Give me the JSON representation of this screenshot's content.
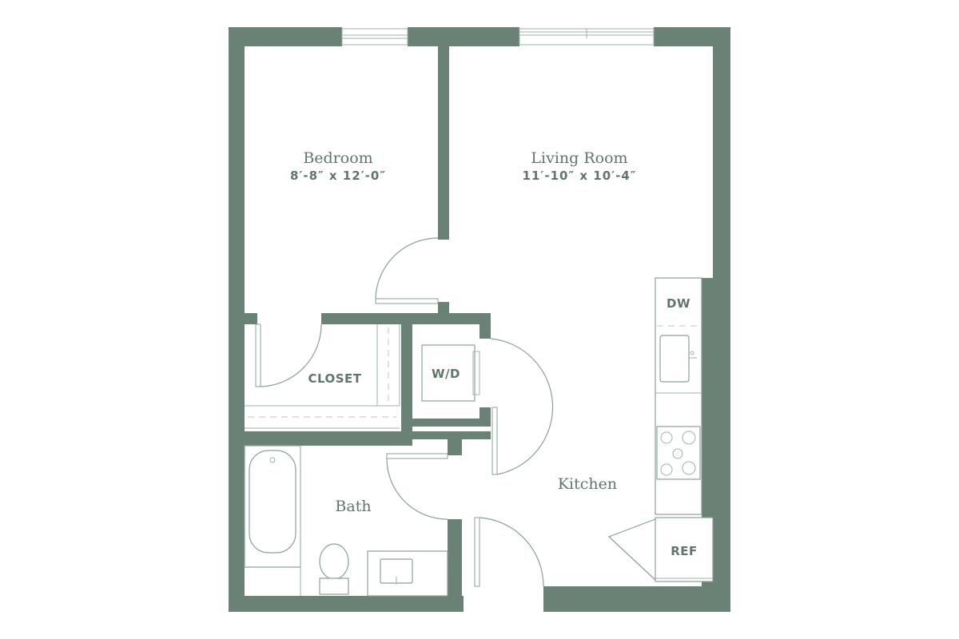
{
  "rooms": {
    "bedroom": {
      "name": "Bedroom",
      "dims": "8′-8″ x 12′-0″"
    },
    "living_room": {
      "name": "Living Room",
      "dims": "11′-10″ x 10′-4″"
    },
    "closet": {
      "name": "CLOSET"
    },
    "bath": {
      "name": "Bath"
    },
    "kitchen": {
      "name": "Kitchen"
    }
  },
  "fixtures": {
    "washer_dryer": "W/D",
    "dishwasher": "DW",
    "refrigerator": "REF"
  },
  "colors": {
    "wall": "#6a8276",
    "line": "#8aa096",
    "text": "#5f766b"
  }
}
